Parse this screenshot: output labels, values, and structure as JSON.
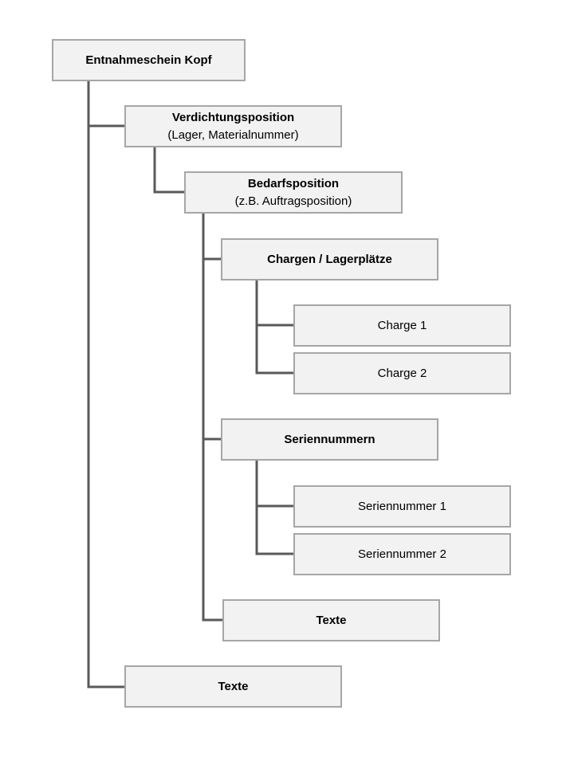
{
  "nodes": {
    "kopf": {
      "title": "Entnahmeschein Kopf"
    },
    "verdichtung": {
      "title": "Verdichtungsposition",
      "subtitle": "(Lager, Materialnummer)"
    },
    "bedarf": {
      "title": "Bedarfsposition",
      "subtitle": "(z.B. Auftragsposition)"
    },
    "chargen": {
      "title": "Chargen / Lagerplätze"
    },
    "charge1": {
      "label": "Charge 1"
    },
    "charge2": {
      "label": "Charge 2"
    },
    "seriennummern": {
      "title": "Seriennummern"
    },
    "seriennummer1": {
      "label": "Seriennummer 1"
    },
    "seriennummer2": {
      "label": "Seriennummer 2"
    },
    "texte_inner": {
      "title": "Texte"
    },
    "texte_outer": {
      "title": "Texte"
    }
  },
  "colors": {
    "connector": "#595959",
    "box_fill": "#f2f2f2",
    "box_border": "#a6a6a6"
  }
}
